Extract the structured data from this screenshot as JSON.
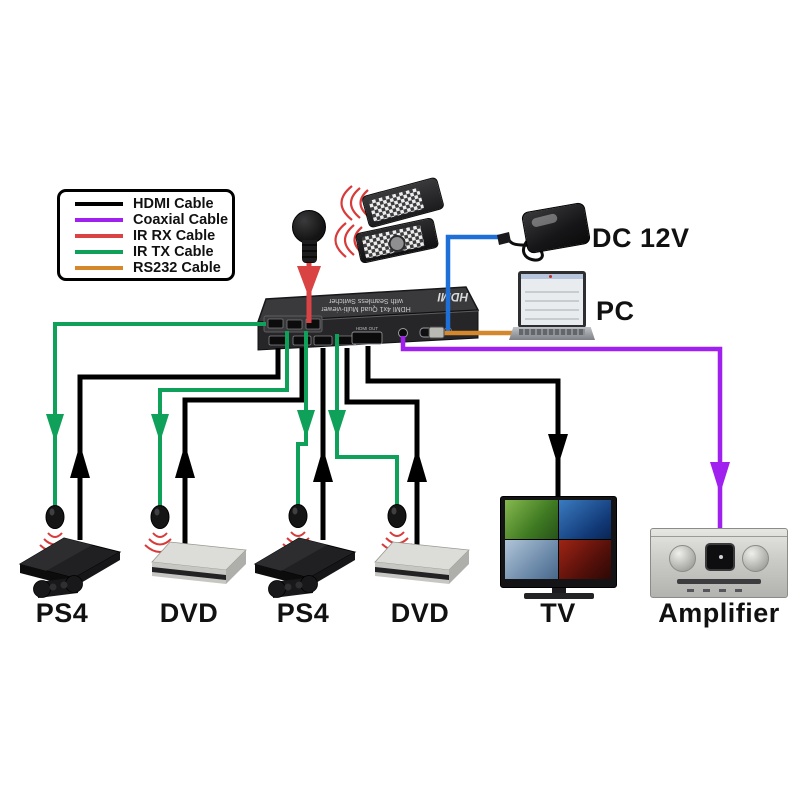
{
  "legend": {
    "items": [
      {
        "label": "HDMI Cable",
        "color": "#000000"
      },
      {
        "label": "Coaxial Cable",
        "color": "#A020F0"
      },
      {
        "label": "IR RX Cable",
        "color": "#D94343"
      },
      {
        "label": "IR TX Cable",
        "color": "#0FA05A"
      },
      {
        "label": "RS232 Cable",
        "color": "#D5882B"
      }
    ]
  },
  "cables": {
    "hdmi": "#000000",
    "coaxial": "#A020F0",
    "ir_rx": "#D94343",
    "ir_tx": "#0FA05A",
    "rs232": "#D5882B",
    "dc_power": "#1E6FD8",
    "ir_signal": "#D93A3A"
  },
  "switcher": {
    "title_line1": "HDMI 4x1 Quad Multi-viewer",
    "title_line2": "with Seamless Switcher",
    "logo": "HDMI",
    "out_label": "HDMI OUT"
  },
  "power": {
    "label": "DC 12V"
  },
  "pc": {
    "label": "PC"
  },
  "devices": [
    {
      "label": "PS4"
    },
    {
      "label": "DVD"
    },
    {
      "label": "PS4"
    },
    {
      "label": "DVD"
    },
    {
      "label": "TV"
    },
    {
      "label": "Amplifier"
    }
  ]
}
